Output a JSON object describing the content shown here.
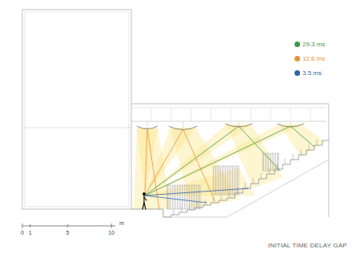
{
  "diagram": {
    "caption": "INITIAL TIME DELAY GAP",
    "labels": [
      "0",
      "1",
      "5",
      "10",
      "m"
    ],
    "legend": [
      {
        "text": "29.3 ms",
        "color": "#3c9a48"
      },
      {
        "text": "12.6 ms",
        "color": "#e8913a"
      },
      {
        "text": "3.5 ms",
        "color": "#2f64a8"
      }
    ]
  }
}
